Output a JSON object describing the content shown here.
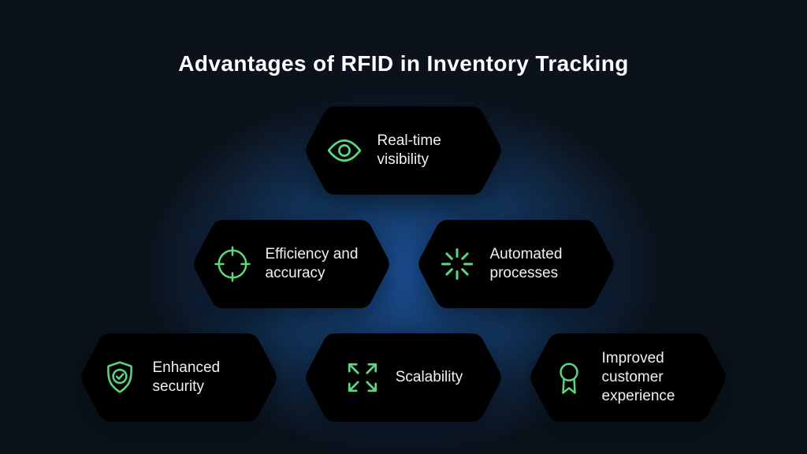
{
  "title": "Advantages of RFID in Inventory Tracking",
  "colors": {
    "background": "#0c121b",
    "center_glow": "#1e55a0",
    "card_fill": "#1a2432",
    "border_green": "#58ce7e",
    "border_blue": "#4b94d6",
    "icon_green": "#5bd77e",
    "text": "#eef1f4",
    "title_text": "#fcfdfe"
  },
  "cards": [
    {
      "label": "Real-time visibility",
      "icon": "eye-icon"
    },
    {
      "label": "Efficiency and accuracy",
      "icon": "target-icon"
    },
    {
      "label": "Automated processes",
      "icon": "spinner-icon"
    },
    {
      "label": "Enhanced security",
      "icon": "shield-check-icon"
    },
    {
      "label": "Scalability",
      "icon": "expand-arrows-icon"
    },
    {
      "label": "Improved customer experience",
      "icon": "award-icon"
    }
  ]
}
